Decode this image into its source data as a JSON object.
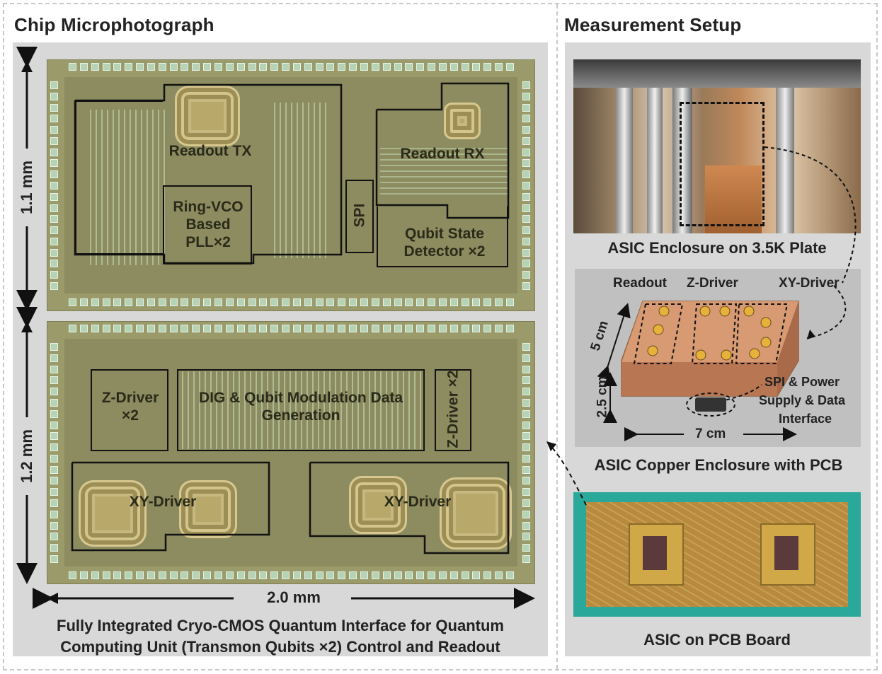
{
  "left_panel": {
    "heading": "Chip Microphotograph",
    "dim_top_height": "1.1 mm",
    "dim_bottom_height": "1.2 mm",
    "dim_width": "2.0 mm",
    "top_blocks": {
      "readout_tx": "Readout TX",
      "readout_rx": "Readout RX",
      "ring_vco": "Ring-VCO Based PLL×2",
      "spi": "SPI",
      "qubit_state": "Qubit State Detector ×2"
    },
    "bottom_blocks": {
      "z_driver_left": "Z-Driver ×2",
      "dig": "DIG & Qubit Modulation Data Generation",
      "z_driver_right": "Z-Driver ×2",
      "xy_driver_left": "XY-Driver",
      "xy_driver_right": "XY-Driver"
    },
    "caption_line1": "Fully Integrated Cryo-CMOS Quantum Interface for Quantum",
    "caption_line2": "Computing Unit (Transmon Qubits ×2) Control and Readout"
  },
  "right_panel": {
    "heading": "Measurement Setup",
    "photo1_caption": "ASIC Enclosure on 3.5K Plate",
    "enclosure": {
      "label_readout": "Readout",
      "label_z_driver": "Z-Driver",
      "label_xy_driver": "XY-Driver",
      "dim_depth": "5 cm",
      "dim_height": "2.5 cm",
      "dim_width": "7 cm",
      "label_spi_1": "SPI & Power",
      "label_spi_2": "Supply & Data",
      "label_spi_3": "Interface"
    },
    "photo2_caption": "ASIC Copper Enclosure with PCB",
    "photo3_caption": "ASIC on PCB Board"
  }
}
